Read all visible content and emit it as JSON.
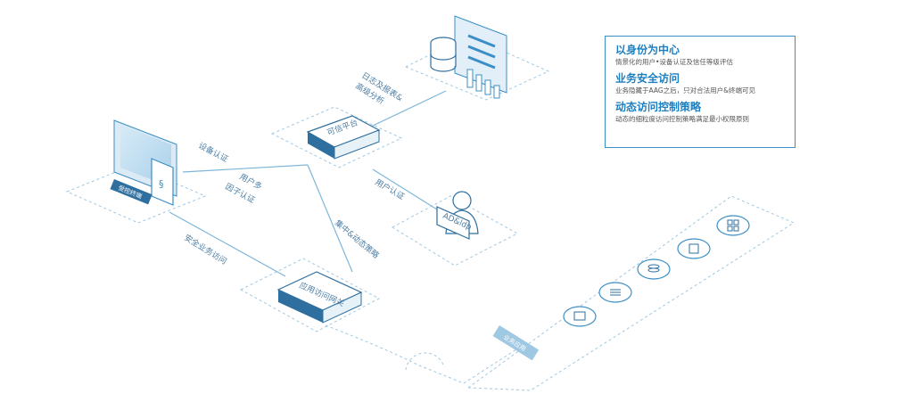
{
  "info_panel": {
    "items": [
      {
        "title": "以身份为中心",
        "desc": "情景化的用户•设备认证及信任等级评估"
      },
      {
        "title": "业务安全访问",
        "desc": "业务隐藏于AAG之后，只对合法用户&终端可见"
      },
      {
        "title": "动态访问控制策略",
        "desc": "动态的细粒度访问控制策略满足最小权限原则"
      }
    ]
  },
  "nodes": {
    "terminal": "受控终端",
    "trust_platform": "可信平台",
    "gateway": "应用访问网关",
    "identity": "AD&ldp",
    "business_apps": "业务应用"
  },
  "links": {
    "log_analysis_1": "日志及报表&",
    "log_analysis_2": "高级分析",
    "device_auth": "设备认证",
    "user_factor_1": "用户多",
    "user_factor_2": "因子认证",
    "user_auth": "用户认证",
    "central_policy": "集中&动态策略",
    "secure_access": "安全业务访问"
  },
  "icons": {
    "apps": [
      "browser-app-icon",
      "list-app-icon",
      "database-app-icon",
      "document-app-icon",
      "grid-app-icon"
    ]
  },
  "colors": {
    "accent": "#3b8fc6",
    "line": "#7eb6d9",
    "device": "#2f6f9f",
    "dashed": "#9fc8e3"
  }
}
